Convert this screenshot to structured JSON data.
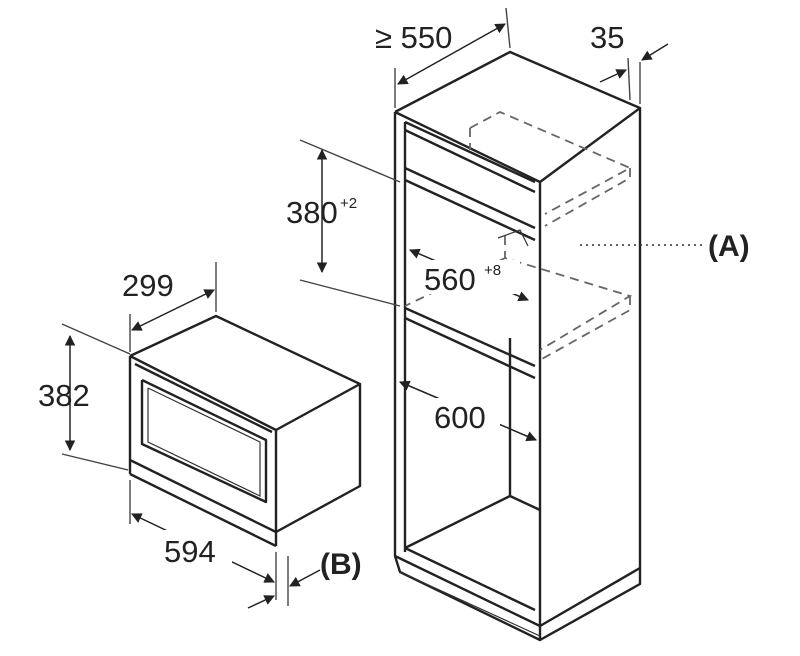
{
  "labels": {
    "depth_cabinet": "≥ 550",
    "side_gap": "35",
    "niche_height": "380",
    "niche_height_tol": "+2",
    "niche_width": "560",
    "niche_width_tol": "+8",
    "cabinet_width": "600",
    "label_a": "(A)",
    "appliance_depth": "299",
    "appliance_height": "382",
    "appliance_width": "594",
    "label_b": "(B)"
  }
}
